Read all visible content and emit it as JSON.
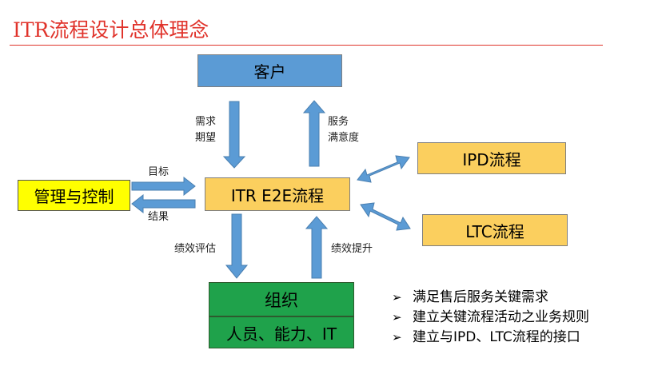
{
  "title": "ITR流程设计总体理念",
  "nodes": {
    "customer": "客户",
    "itr": "ITR E2E流程",
    "ipd": "IPD流程",
    "ltc": "LTC流程",
    "management": "管理与控制",
    "organization": "组织",
    "organization_sub": "人员、能力、IT"
  },
  "labels": {
    "demand_line1": "需求",
    "demand_line2": "期望",
    "satisfaction_line1": "服务",
    "satisfaction_line2": "满意度",
    "goal": "目标",
    "result": "结果",
    "performance_eval": "绩效评估",
    "performance_improve": "绩效提升"
  },
  "bullet_icon": "arrowhead-bullet",
  "bullets": [
    "满足售后服务关键需求",
    "建立关键流程活动之业务规则",
    "建立与IPD、LTC流程的接口"
  ],
  "colors": {
    "title": "#e0332b",
    "customer": "#5b9bd5",
    "process": "#fbcf5e",
    "management": "#ffff00",
    "organization": "#1fa24b",
    "arrow": "#5b9bd5"
  }
}
